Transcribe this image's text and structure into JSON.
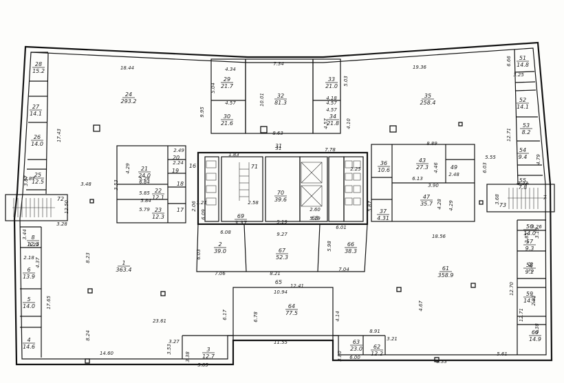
{
  "drawing": {
    "rooms": [
      {
        "id": "r1",
        "no": "1",
        "area": "363.4"
      },
      {
        "id": "r2",
        "no": "2",
        "area": "39.0"
      },
      {
        "id": "r3",
        "no": "3",
        "area": "12.7"
      },
      {
        "id": "r4",
        "no": "4",
        "area": "14.6"
      },
      {
        "id": "r5",
        "no": "5",
        "area": "14.0"
      },
      {
        "id": "r6",
        "no": "6",
        "area": "13.9"
      },
      {
        "id": "r7",
        "no": "7",
        "area": ""
      },
      {
        "id": "r8",
        "no": "8",
        "area": "12.5"
      },
      {
        "id": "r21",
        "no": "21",
        "area": "24.0"
      },
      {
        "id": "r22",
        "no": "22",
        "area": "12.1"
      },
      {
        "id": "r23",
        "no": "23",
        "area": "12.3"
      },
      {
        "id": "r24",
        "no": "24",
        "area": "293.2"
      },
      {
        "id": "r25",
        "no": "25",
        "area": "12.5"
      },
      {
        "id": "r26",
        "no": "26",
        "area": "14.0"
      },
      {
        "id": "r27",
        "no": "27",
        "area": "14.1"
      },
      {
        "id": "r28",
        "no": "28",
        "area": "15.2"
      },
      {
        "id": "r29",
        "no": "29",
        "area": "21.7"
      },
      {
        "id": "r30",
        "no": "30",
        "area": "21.6"
      },
      {
        "id": "r31",
        "no": "31",
        "area": ""
      },
      {
        "id": "r32",
        "no": "32",
        "area": "81.3"
      },
      {
        "id": "r33",
        "no": "33",
        "area": "21.0"
      },
      {
        "id": "r34",
        "no": "34",
        "area": "21.8"
      },
      {
        "id": "r35",
        "no": "35",
        "area": "258.4"
      },
      {
        "id": "r36",
        "no": "36",
        "area": "10.6"
      },
      {
        "id": "r37",
        "no": "37",
        "area": "4.31"
      },
      {
        "id": "r43",
        "no": "43",
        "area": "27.3"
      },
      {
        "id": "r47",
        "no": "47",
        "area": "35.7"
      },
      {
        "id": "r49",
        "no": "49",
        "area": ""
      },
      {
        "id": "r51",
        "no": "51",
        "area": "14.8"
      },
      {
        "id": "r52",
        "no": "52",
        "area": "14.1"
      },
      {
        "id": "r53",
        "no": "53",
        "area": "8.2"
      },
      {
        "id": "r54",
        "no": "54",
        "area": "9.4"
      },
      {
        "id": "r55",
        "no": "55",
        "area": "7.8"
      },
      {
        "id": "r56",
        "no": "56",
        "area": "14.0"
      },
      {
        "id": "r57",
        "no": "57",
        "area": "9.3"
      },
      {
        "id": "r58",
        "no": "58",
        "area": "9.2"
      },
      {
        "id": "r59",
        "no": "59",
        "area": "14.1"
      },
      {
        "id": "r60",
        "no": "60",
        "area": "14.9"
      },
      {
        "id": "r61",
        "no": "61",
        "area": "358.9"
      },
      {
        "id": "r62",
        "no": "62",
        "area": "12.2"
      },
      {
        "id": "r63",
        "no": "63",
        "area": "23.0"
      },
      {
        "id": "r64",
        "no": "64",
        "area": "77.5"
      },
      {
        "id": "r65",
        "no": "65",
        "area": ""
      },
      {
        "id": "r66",
        "no": "66",
        "area": "38.3"
      },
      {
        "id": "r67",
        "no": "67",
        "area": "52.3"
      },
      {
        "id": "r68",
        "no": "68",
        "area": ""
      },
      {
        "id": "r69",
        "no": "69",
        "area": "3.37"
      },
      {
        "id": "r70",
        "no": "70",
        "area": "39.6"
      },
      {
        "id": "r71",
        "no": "71",
        "area": ""
      },
      {
        "id": "r72",
        "no": "72",
        "area": ""
      },
      {
        "id": "r73",
        "no": "73",
        "area": ""
      },
      {
        "id": "r20",
        "no": "20",
        "area": ""
      },
      {
        "id": "r19",
        "no": "19",
        "area": ""
      },
      {
        "id": "r18",
        "no": "18",
        "area": ""
      },
      {
        "id": "r17",
        "no": "17",
        "area": ""
      },
      {
        "id": "r16",
        "no": "16",
        "area": ""
      }
    ],
    "dimensions": [
      "18.44",
      "7.34",
      "19.36",
      "4.34",
      "5.04",
      "4.57",
      "9.95",
      "4.57",
      "10.01",
      "5.03",
      "4.18",
      "4.57",
      "4.10",
      "8.63",
      "1.83",
      "31",
      "7.78",
      "8.89",
      "3.87",
      "3.48",
      "6.09",
      "2.60",
      "2.58",
      "5.19",
      "6.08",
      "6.01",
      "3.26",
      "9.27",
      "6.03",
      "5.98",
      "7.06",
      "8.21",
      "7.04",
      "10.94",
      "12.41",
      "6.17",
      "6.78",
      "4.14",
      "11.55",
      "8.91",
      "3.21",
      "3.80",
      "6.00",
      "8.33",
      "5.61",
      "23.61",
      "14.60",
      "8.24",
      "3.27",
      "5.85",
      "3.53",
      "3.38",
      "12.50",
      "17.43",
      "17.65",
      "4.37",
      "3.24",
      "2.18",
      "3.44",
      "3.28",
      "3.25",
      "6.66",
      "12.71",
      "6.03",
      "5.55",
      "12.70",
      "3.23",
      "3.18",
      "3.68",
      "4.29",
      "5.28",
      "5.79",
      "5.85",
      "6.84",
      "5.84",
      "2.49",
      "2.24",
      "2.06",
      "1.21",
      "2.25",
      "12.71",
      "4.67",
      "4.29",
      "4.79",
      "3.87",
      "3.90",
      "2.85",
      "6.13",
      "4.46",
      "2.48",
      "4.28",
      "18.56",
      "3.53",
      "8.23",
      "2.81",
      "2.82",
      "4.38",
      "5.87",
      "4.57",
      "5.19"
    ]
  }
}
